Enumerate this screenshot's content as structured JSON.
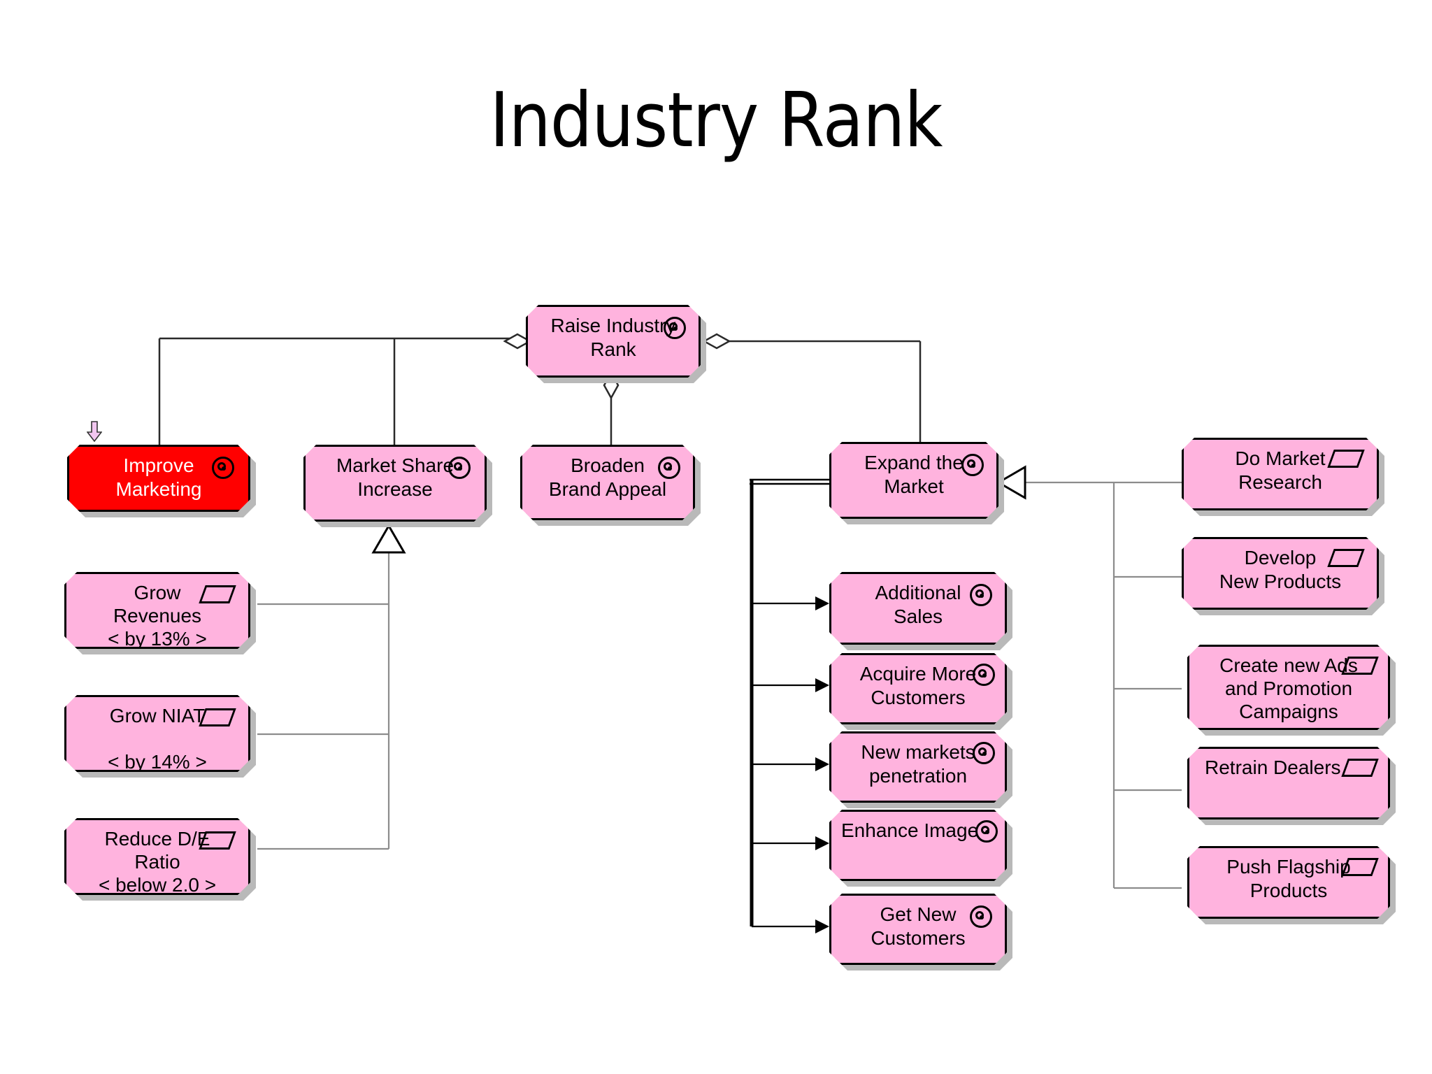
{
  "page": {
    "title": "Industry Rank",
    "background": "#ffffff"
  },
  "colors": {
    "node_fill": "#FFB3DE",
    "node_highlight_fill": "#FF0000",
    "node_highlight_text": "#FFFFFF",
    "node_border": "#000000",
    "shadow": "#b9b9b9",
    "connector_dark": "#000000",
    "connector_gray": "#8c8c8c",
    "marker_fill": "#F2C6F0"
  },
  "diagram": {
    "type": "goal-decomposition",
    "nodes": [
      {
        "id": "raise-industry-rank",
        "label": "Raise Industry\nRank",
        "icon": "goal-target-icon",
        "highlight": false
      },
      {
        "id": "improve-marketing",
        "label": "Improve\nMarketing",
        "icon": "goal-target-icon",
        "highlight": true,
        "marker": "down-arrow-marker"
      },
      {
        "id": "market-share-increase",
        "label": "Market Share\nIncrease",
        "icon": "goal-target-icon",
        "highlight": false
      },
      {
        "id": "broaden-brand-appeal",
        "label": "Broaden\nBrand Appeal",
        "icon": "goal-target-icon",
        "highlight": false
      },
      {
        "id": "expand-the-market",
        "label": "Expand the\nMarket",
        "icon": "goal-target-icon",
        "highlight": false
      },
      {
        "id": "grow-revenues",
        "label": "Grow\nRevenues\n< by 13% >",
        "icon": "requirement-icon",
        "highlight": false
      },
      {
        "id": "grow-niat",
        "label": "Grow NIAT\n\n< by 14% >",
        "icon": "requirement-icon",
        "highlight": false
      },
      {
        "id": "reduce-de-ratio",
        "label": "Reduce D/E\nRatio\n< below 2.0  >",
        "icon": "requirement-icon",
        "highlight": false
      },
      {
        "id": "additional-sales",
        "label": "Additional\nSales",
        "icon": "goal-target-icon",
        "highlight": false
      },
      {
        "id": "acquire-more-customers",
        "label": "Acquire More\nCustomers",
        "icon": "goal-target-icon",
        "highlight": false
      },
      {
        "id": "new-markets-penetration",
        "label": "New markets\npenetration",
        "icon": "goal-target-icon",
        "highlight": false
      },
      {
        "id": "enhance-image",
        "label": "Enhance Image",
        "icon": "goal-target-icon",
        "highlight": false
      },
      {
        "id": "get-new-customers",
        "label": "Get New\nCustomers",
        "icon": "goal-target-icon",
        "highlight": false
      },
      {
        "id": "do-market-research",
        "label": "Do Market\nResearch",
        "icon": "requirement-icon",
        "highlight": false
      },
      {
        "id": "develop-new-products",
        "label": "Develop\nNew Products",
        "icon": "requirement-icon",
        "highlight": false
      },
      {
        "id": "create-new-ads",
        "label": "Create new Ads\nand Promotion\nCampaigns",
        "icon": "requirement-icon",
        "highlight": false
      },
      {
        "id": "retrain-dealers",
        "label": "Retrain Dealers",
        "icon": "requirement-icon",
        "highlight": false
      },
      {
        "id": "push-flagship-products",
        "label": "Push Flagship\nProducts",
        "icon": "requirement-icon",
        "highlight": false
      }
    ],
    "connectors": [
      {
        "from": "improve-marketing",
        "to": "raise-industry-rank",
        "end": "diamond"
      },
      {
        "from": "market-share-increase",
        "to": "raise-industry-rank",
        "end": "diamond"
      },
      {
        "from": "broaden-brand-appeal",
        "to": "raise-industry-rank",
        "end": "diamond"
      },
      {
        "from": "expand-the-market",
        "to": "raise-industry-rank",
        "end": "diamond"
      },
      {
        "from": "grow-revenues",
        "to": "market-share-increase",
        "end": "hollow-triangle"
      },
      {
        "from": "grow-niat",
        "to": "market-share-increase",
        "end": "hollow-triangle"
      },
      {
        "from": "reduce-de-ratio",
        "to": "market-share-increase",
        "end": "hollow-triangle"
      },
      {
        "from": "expand-the-market",
        "to": "additional-sales",
        "end": "filled-arrow"
      },
      {
        "from": "expand-the-market",
        "to": "acquire-more-customers",
        "end": "filled-arrow"
      },
      {
        "from": "expand-the-market",
        "to": "new-markets-penetration",
        "end": "filled-arrow"
      },
      {
        "from": "expand-the-market",
        "to": "enhance-image",
        "end": "filled-arrow"
      },
      {
        "from": "expand-the-market",
        "to": "get-new-customers",
        "end": "filled-arrow"
      },
      {
        "from": "do-market-research",
        "to": "expand-the-market",
        "end": "hollow-triangle"
      },
      {
        "from": "develop-new-products",
        "to": "expand-the-market",
        "end": "hollow-triangle"
      },
      {
        "from": "create-new-ads",
        "to": "expand-the-market",
        "end": "hollow-triangle"
      },
      {
        "from": "retrain-dealers",
        "to": "expand-the-market",
        "end": "hollow-triangle"
      },
      {
        "from": "push-flagship-products",
        "to": "expand-the-market",
        "end": "hollow-triangle"
      }
    ]
  }
}
